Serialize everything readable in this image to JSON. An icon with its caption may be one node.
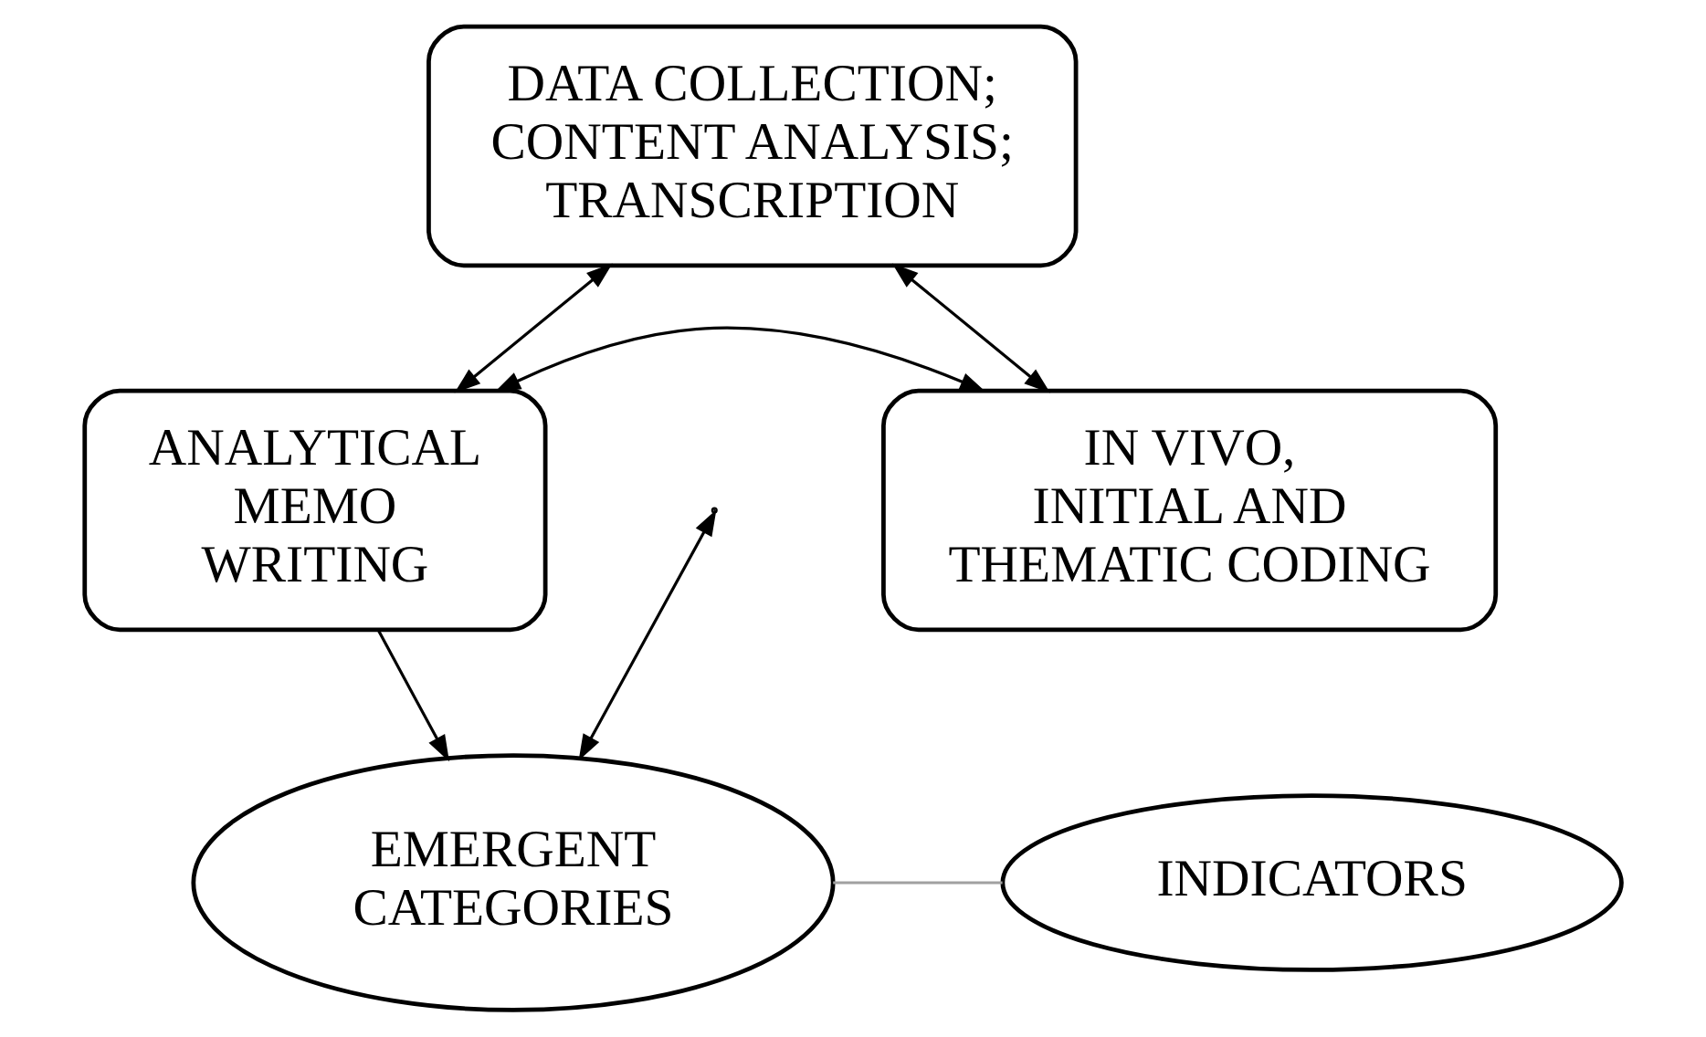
{
  "diagram": {
    "nodes": [
      {
        "text": [
          "DATA COLLECTION; CONTENT ANALYSIS; TRANSCRIPTION"
        ]
      },
      {
        "text": [
          "ANALYTICAL MEMO WRITING"
        ]
      },
      {
        "text": [
          "IN VIVO, INITIAL AND THEMATIC CODING"
        ]
      },
      {
        "text": [
          "EMERGENT CATEGORIES"
        ]
      },
      {
        "text": [
          "INDICATORS"
        ]
      }
    ],
    "edges": [
      {
        "from": 0,
        "to": 1,
        "arrow": "both"
      },
      {
        "from": 0,
        "to": 2,
        "arrow": "both"
      },
      {
        "from": 1,
        "to": 2,
        "arrow": "both"
      },
      {
        "from": null,
        "to": 3,
        "arrow": "both"
      },
      {
        "from": 1,
        "to": 3,
        "arrow": "to"
      },
      {
        "from": 3,
        "to": 4,
        "arrow": "none",
        "color": "#a0a0a0"
      }
    ]
  }
}
